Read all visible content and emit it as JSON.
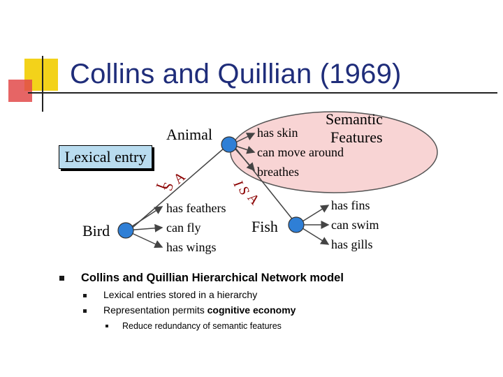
{
  "slide": {
    "title": "Collins and Quillian (1969)"
  },
  "diagram": {
    "lexical_entry_label": "Lexical entry",
    "semantic_features_label_line1": "Semantic",
    "semantic_features_label_line2": "Features",
    "nodes": {
      "animal": "Animal",
      "bird": "Bird",
      "fish": "Fish"
    },
    "isa_left": [
      "I",
      "S",
      "A"
    ],
    "isa_right": [
      "I",
      "S",
      "A"
    ],
    "animal_features": [
      "has skin",
      "can move around",
      "breathes"
    ],
    "bird_features": [
      "has feathers",
      "can fly",
      "has wings"
    ],
    "fish_features": [
      "has fins",
      "can swim",
      "has gills"
    ],
    "colors": {
      "title": "#1f2d7a",
      "lexical_box": "#b9dcef",
      "semantic_ellipse": "#f8d4d4",
      "isa_text": "#8b0000",
      "node_fill": "#2f7fd6",
      "decor_yellow": "#f3d21a",
      "decor_red": "#e24a4a"
    }
  },
  "bullets": {
    "level1": "Collins and Quillian Hierarchical Network model",
    "level2": [
      "Lexical entries stored in a hierarchy",
      "Representation permits "
    ],
    "level2_bold_suffix": "cognitive economy",
    "level3": "Reduce redundancy of semantic features"
  }
}
